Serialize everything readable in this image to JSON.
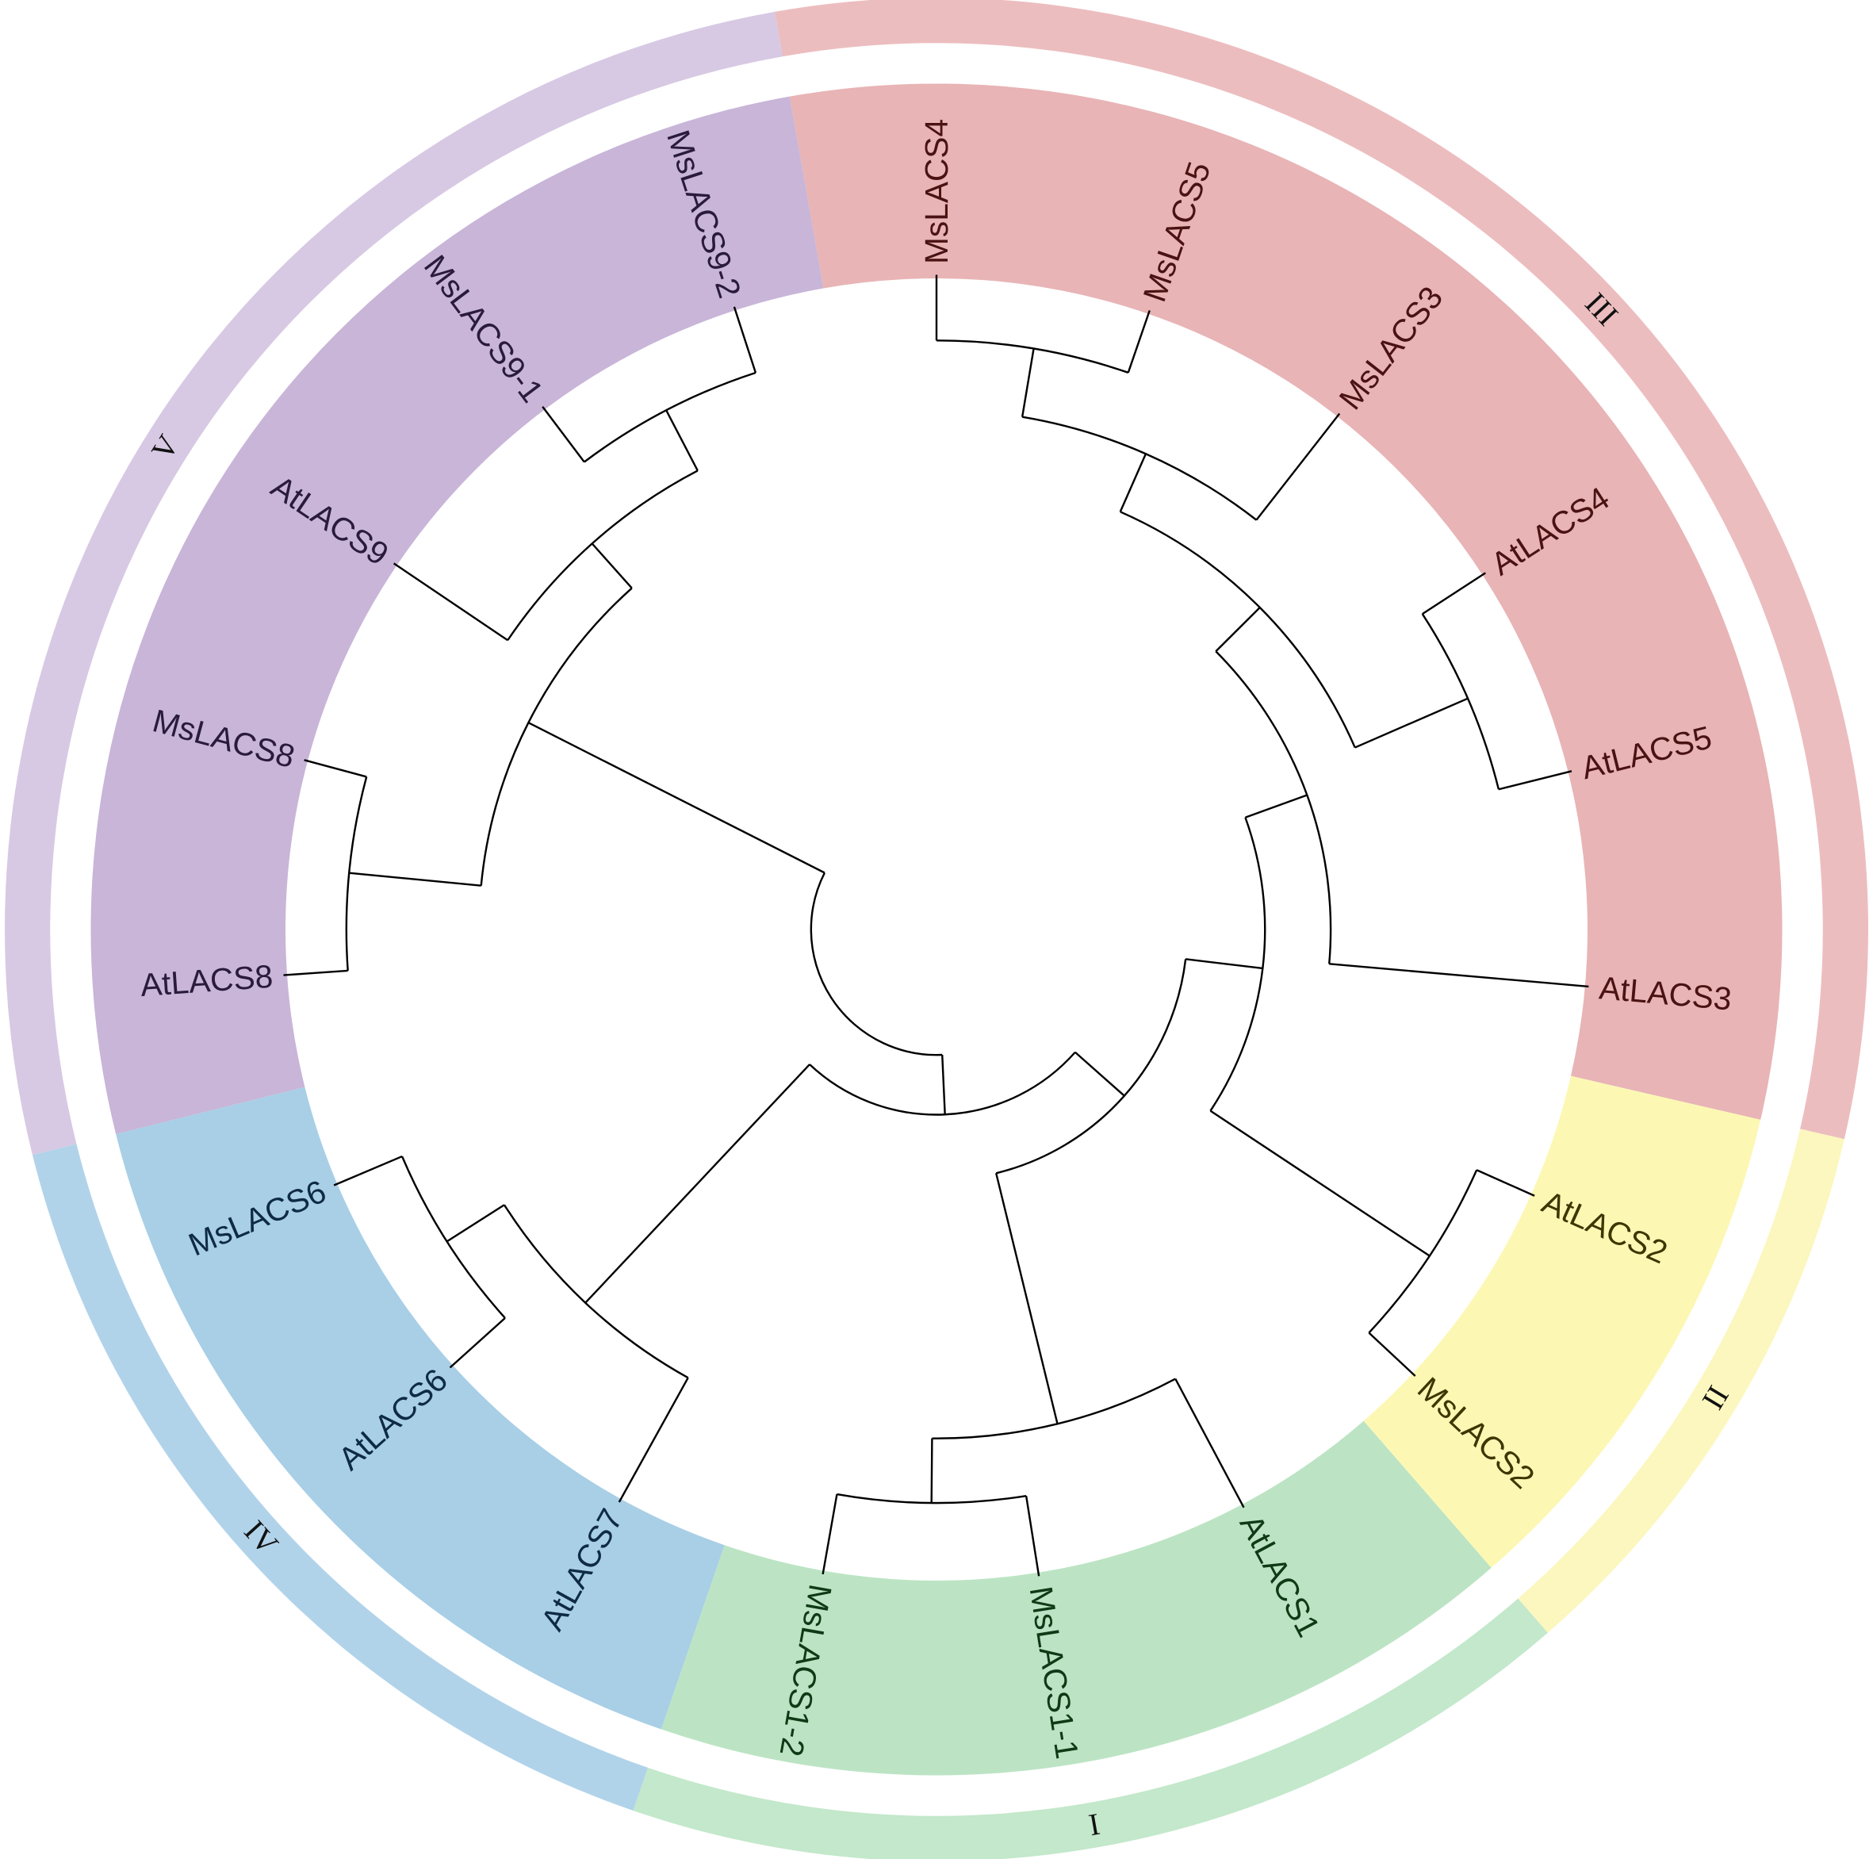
{
  "figure": {
    "type": "circular-phylogenetic-tree",
    "clades": [
      {
        "id": "III",
        "numeral": "III",
        "band_color": "#e8b4b6",
        "ring_color": "#ecbdbf",
        "text_color": "#4a1212"
      },
      {
        "id": "II",
        "numeral": "II",
        "band_color": "#fcf8b4",
        "ring_color": "#fbf7be",
        "text_color": "#3d3600"
      },
      {
        "id": "I",
        "numeral": "I",
        "band_color": "#bce4c4",
        "ring_color": "#c3e8cb",
        "text_color": "#0f3a16"
      },
      {
        "id": "IV",
        "numeral": "IV",
        "band_color": "#a8cfe6",
        "ring_color": "#b1d3ea",
        "text_color": "#0e2a46"
      },
      {
        "id": "V",
        "numeral": "V",
        "band_color": "#c8b5d8",
        "ring_color": "#d7c9e3",
        "text_color": "#2a1a3c"
      }
    ],
    "leaves": [
      {
        "name": "MsLACS4",
        "clade": "III"
      },
      {
        "name": "MsLACS5",
        "clade": "III"
      },
      {
        "name": "MsLACS3",
        "clade": "III"
      },
      {
        "name": "AtLACS4",
        "clade": "III"
      },
      {
        "name": "AtLACS5",
        "clade": "III"
      },
      {
        "name": "AtLACS3",
        "clade": "III"
      },
      {
        "name": "AtLACS2",
        "clade": "II"
      },
      {
        "name": "MsLACS2",
        "clade": "II"
      },
      {
        "name": "AtLACS1",
        "clade": "I"
      },
      {
        "name": "MsLACS1-1",
        "clade": "I"
      },
      {
        "name": "MsLACS1-2",
        "clade": "I"
      },
      {
        "name": "AtLACS7",
        "clade": "IV"
      },
      {
        "name": "AtLACS6",
        "clade": "IV"
      },
      {
        "name": "MsLACS6",
        "clade": "IV"
      },
      {
        "name": "AtLACS8",
        "clade": "V"
      },
      {
        "name": "MsLACS8",
        "clade": "V"
      },
      {
        "name": "AtLACS9",
        "clade": "V"
      },
      {
        "name": "MsLACS9-1",
        "clade": "V"
      },
      {
        "name": "MsLACS9-2",
        "clade": "V"
      }
    ],
    "tree": {
      "id": "root",
      "children": [
        {
          "id": "V",
          "children": [
            {
              "id": "V8",
              "children": [
                "MsLACS8",
                "AtLACS8"
              ]
            },
            {
              "id": "V9",
              "children": [
                "AtLACS9",
                {
                  "id": "V9b",
                  "children": [
                    "MsLACS9-1",
                    "MsLACS9-2"
                  ]
                }
              ]
            }
          ]
        },
        {
          "id": "X",
          "children": [
            {
              "id": "IV",
              "children": [
                {
                  "id": "IV6",
                  "children": [
                    "MsLACS6",
                    "AtLACS6"
                  ]
                },
                "AtLACS7"
              ]
            },
            {
              "id": "Y",
              "children": [
                {
                  "id": "I",
                  "children": [
                    "AtLACS1",
                    {
                      "id": "I2",
                      "children": [
                        "MsLACS1-1",
                        "MsLACS1-2"
                      ]
                    }
                  ]
                },
                {
                  "id": "Z",
                  "children": [
                    {
                      "id": "P",
                      "children": [
                        {
                          "id": "Q",
                          "children": [
                            {
                              "id": "S",
                              "children": [
                                {
                                  "id": "R",
                                  "children": [
                                    "MsLACS4",
                                    "MsLACS5"
                                  ]
                                },
                                "MsLACS3"
                              ]
                            },
                            {
                              "id": "T",
                              "children": [
                                "AtLACS4",
                                "AtLACS5"
                              ]
                            }
                          ]
                        },
                        "AtLACS3"
                      ]
                    },
                    {
                      "id": "II",
                      "children": [
                        "AtLACS2",
                        "MsLACS2"
                      ]
                    }
                  ]
                }
              ]
            }
          ]
        }
      ]
    }
  }
}
